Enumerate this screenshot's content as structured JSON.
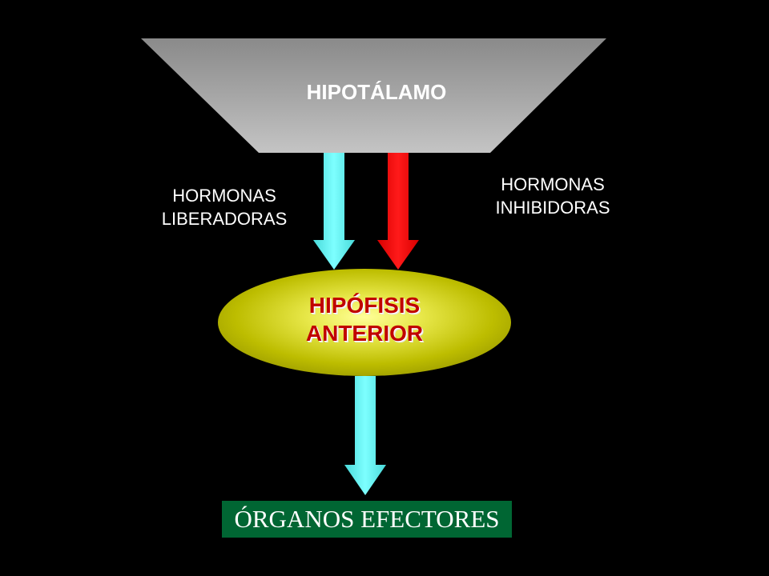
{
  "hypothalamus": {
    "label": "HIPOTÁLAMO",
    "color": "#999999"
  },
  "releasing_hormones": {
    "line1": "HORMONAS",
    "line2": "LIBERADORAS",
    "arrow_color": "#66ffff"
  },
  "inhibiting_hormones": {
    "line1": "HORMONAS",
    "line2": "INHIBIDORAS",
    "arrow_color": "#ff0000"
  },
  "pituitary": {
    "line1": "HIPÓFISIS",
    "line2": "ANTERIOR",
    "text_color": "#c00000",
    "fill_color": "#cccc00"
  },
  "effector_organs": {
    "label": "ÓRGANOS EFECTORES",
    "box_color": "#006633"
  }
}
